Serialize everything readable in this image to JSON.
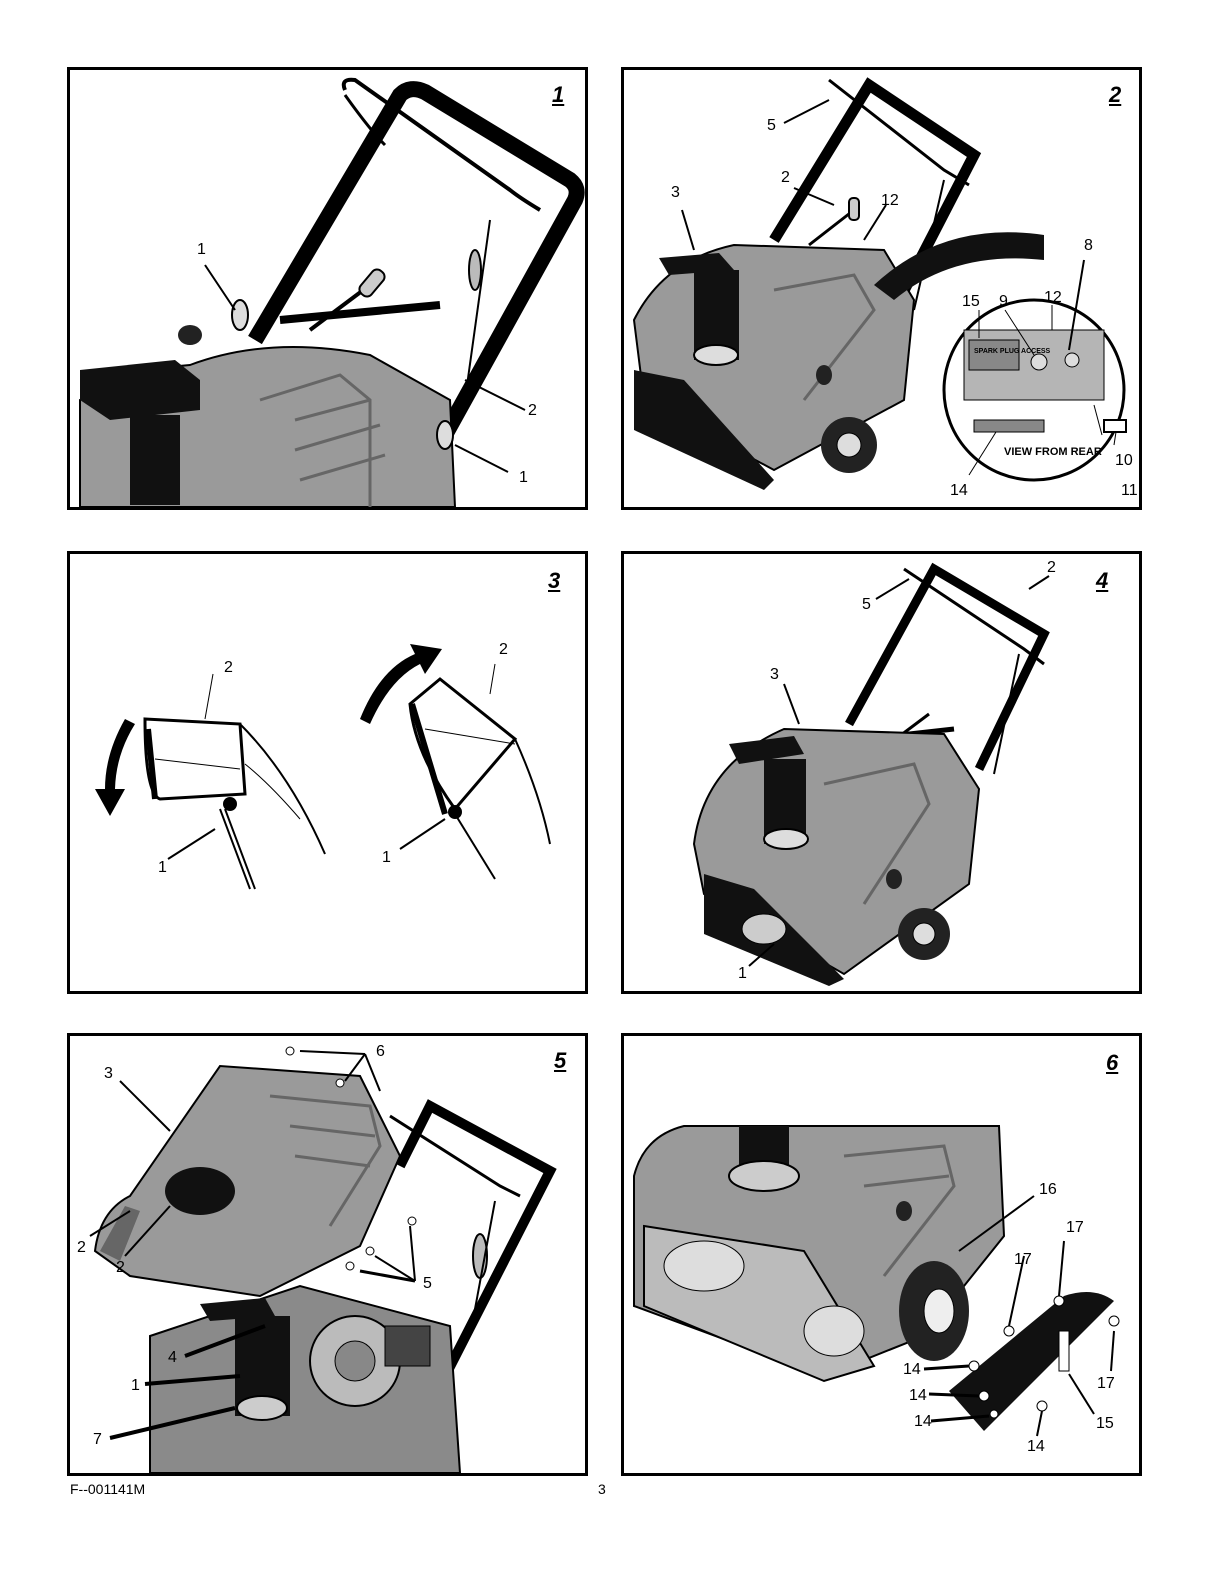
{
  "colors": {
    "ink": "#000000",
    "body_shade": "#9a9a9a",
    "body_dark": "#6e6e6e",
    "paper": "#ffffff"
  },
  "figures": [
    {
      "number": "1",
      "callouts": [
        "1",
        "2",
        "1"
      ]
    },
    {
      "number": "2",
      "callouts": [
        "5",
        "3",
        "2",
        "12",
        "8",
        "15",
        "9",
        "12",
        "10",
        "11",
        "14"
      ],
      "inset": {
        "label_spark": "SPARK PLUG ACCESS",
        "label_view": "VIEW FROM REAR"
      }
    },
    {
      "number": "3",
      "callouts": [
        "2",
        "1",
        "2",
        "1"
      ]
    },
    {
      "number": "4",
      "callouts": [
        "2",
        "5",
        "3",
        "1"
      ]
    },
    {
      "number": "5",
      "callouts": [
        "6",
        "3",
        "2",
        "2",
        "5",
        "4",
        "1",
        "7"
      ]
    },
    {
      "number": "6",
      "callouts": [
        "16",
        "17",
        "17",
        "17",
        "14",
        "14",
        "14",
        "14",
        "15"
      ]
    }
  ],
  "footer": {
    "part_number": "F--001141M",
    "page_number": "3"
  }
}
